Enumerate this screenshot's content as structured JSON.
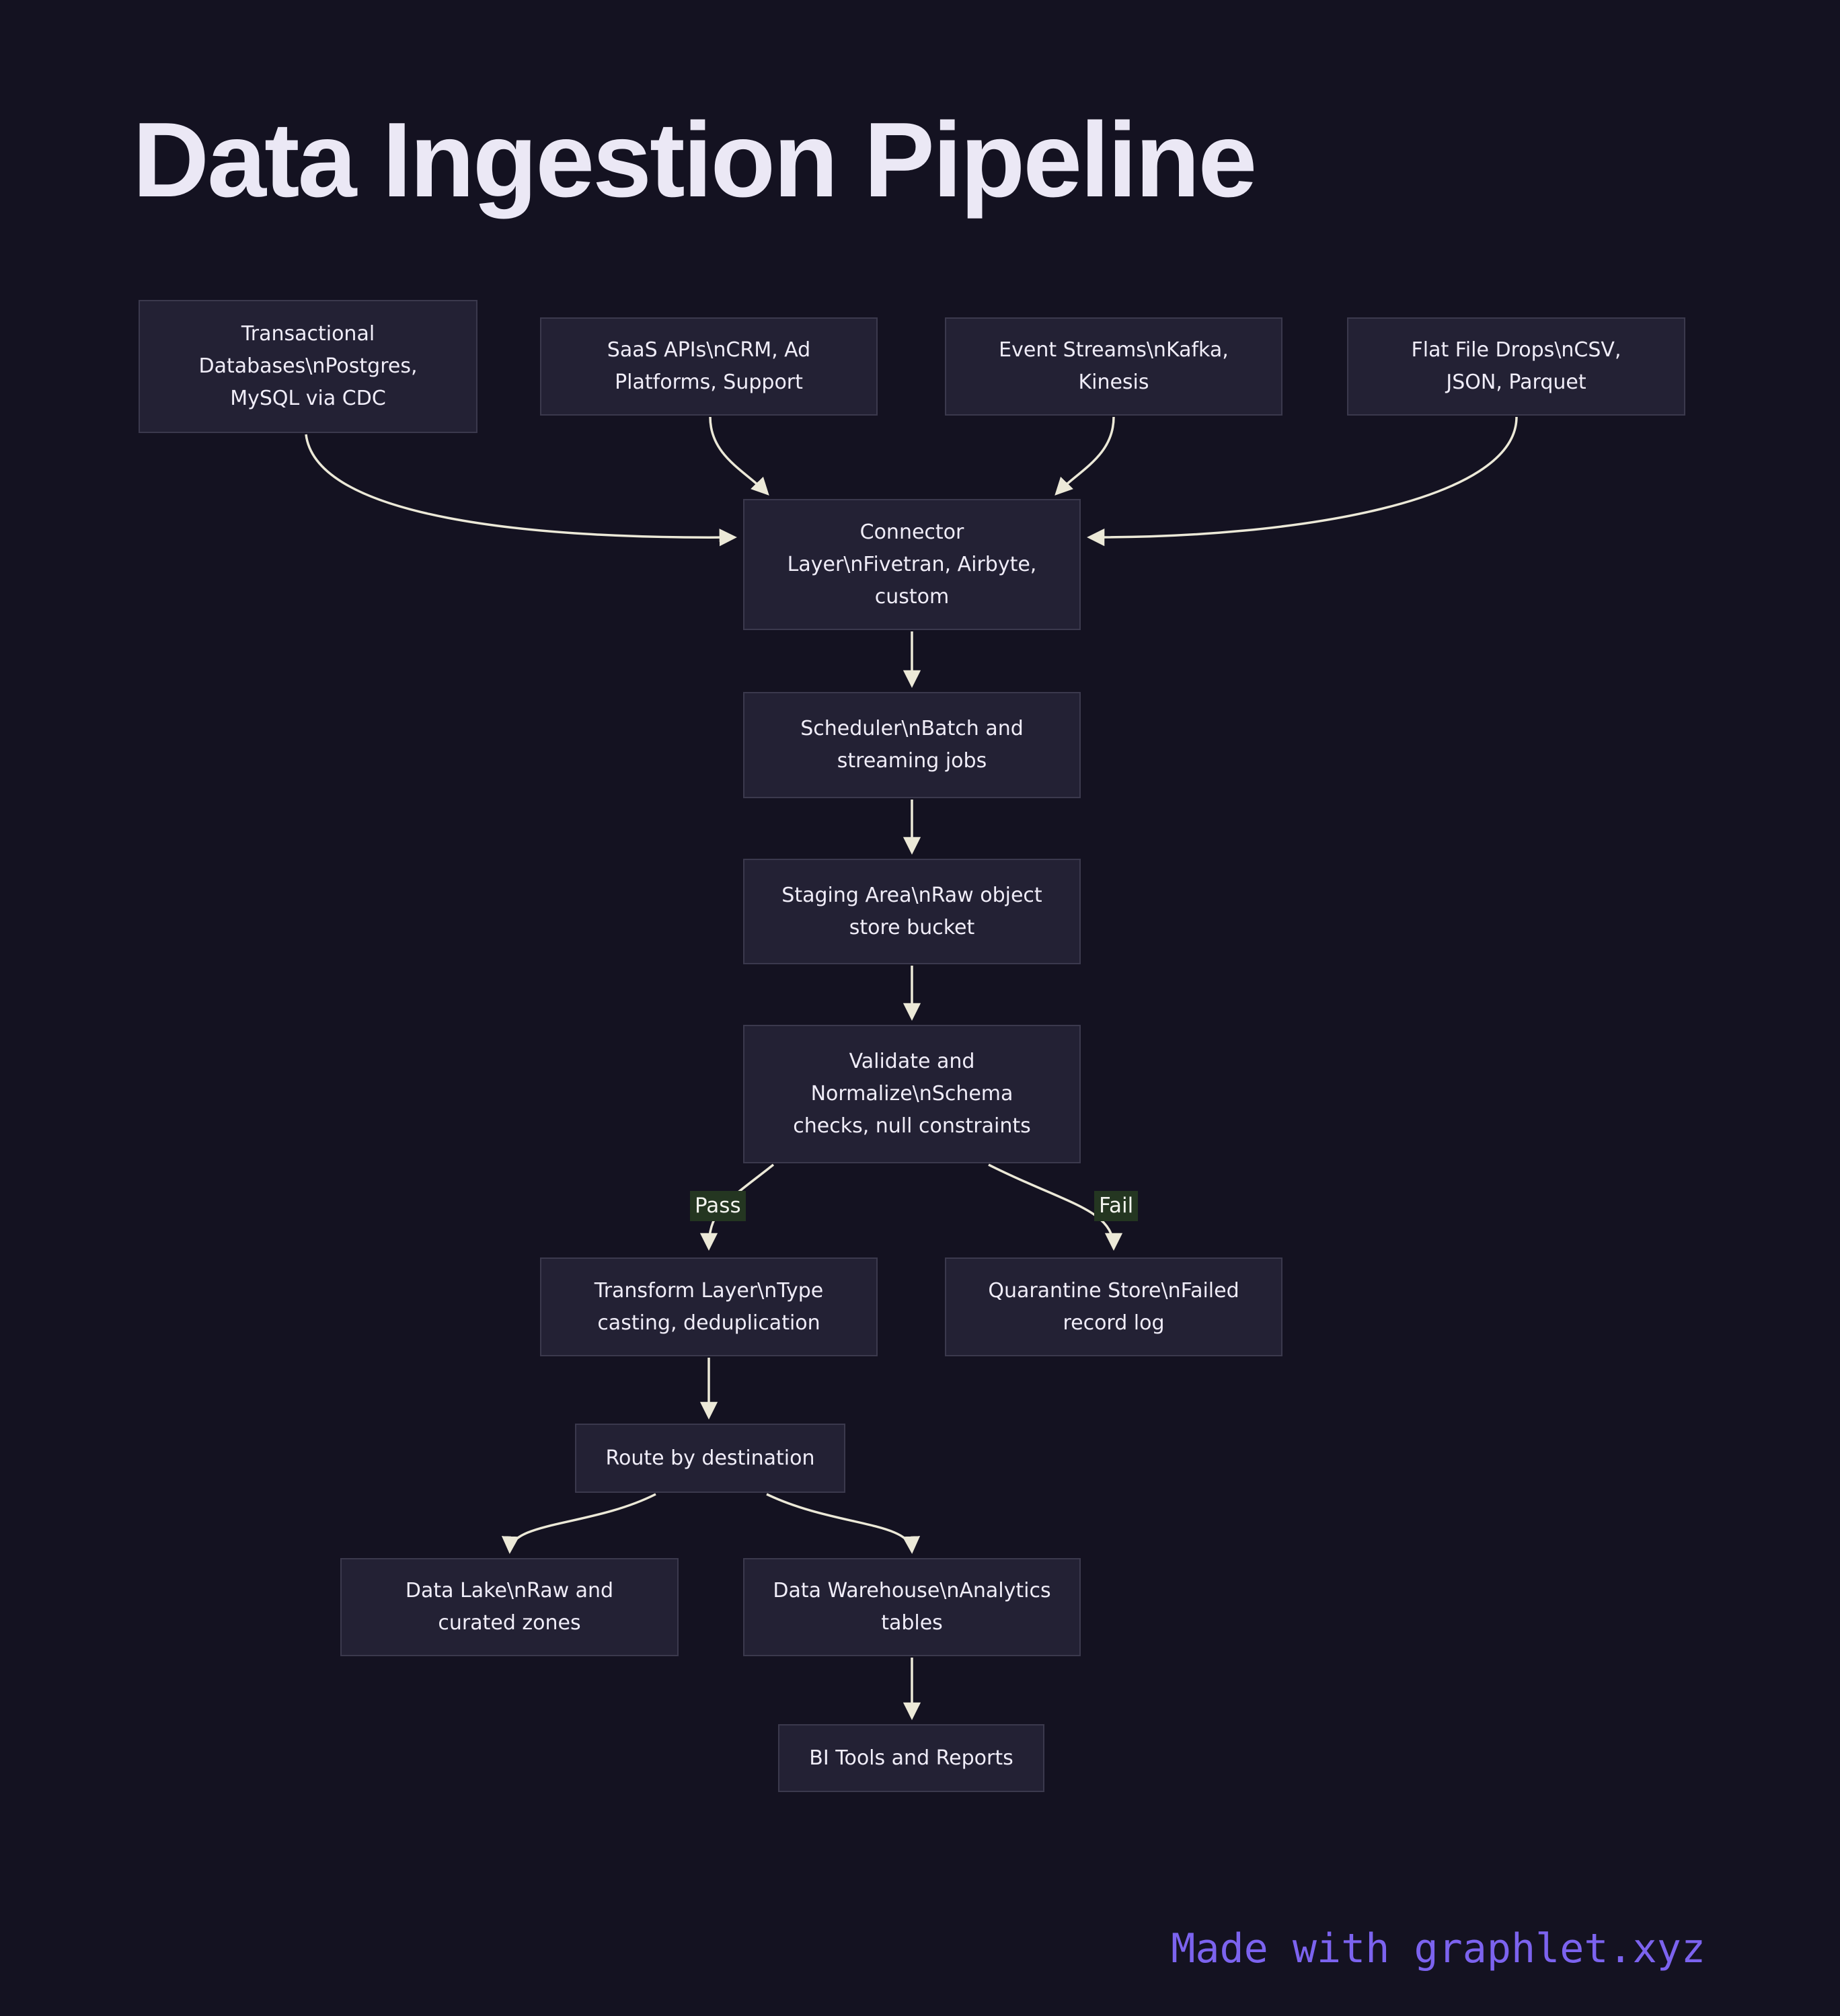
{
  "title": "Data Ingestion Pipeline",
  "footer": {
    "credit": "Made with graphlet.xyz"
  },
  "colors": {
    "background": "#141221",
    "node_fill": "#232134",
    "node_border": "#3b394d",
    "node_text": "#f0edf8",
    "edge": "#ece9d8",
    "edge_label_bg": "#243621",
    "edge_label_text": "#f3f4ef",
    "title_text": "#ebe8f5",
    "credit_text": "#7c63ef"
  },
  "diagram": {
    "type": "flowchart",
    "nodes": [
      {
        "id": "transactional",
        "label": "Transactional Databases\\nPostgres, MySQL via CDC",
        "lines": [
          "Transactional",
          "Databases\\nPostgres,",
          "MySQL via CDC"
        ]
      },
      {
        "id": "saas",
        "label": "SaaS APIs\\nCRM, Ad Platforms, Support",
        "lines": [
          "SaaS APIs\\nCRM, Ad",
          "Platforms, Support"
        ]
      },
      {
        "id": "events",
        "label": "Event Streams\\nKafka, Kinesis",
        "lines": [
          "Event Streams\\nKafka,",
          "Kinesis"
        ]
      },
      {
        "id": "flatfiles",
        "label": "Flat File Drops\\nCSV, JSON, Parquet",
        "lines": [
          "Flat File Drops\\nCSV,",
          "JSON, Parquet"
        ]
      },
      {
        "id": "connector",
        "label": "Connector Layer\\nFivetran, Airbyte, custom",
        "lines": [
          "Connector",
          "Layer\\nFivetran, Airbyte,",
          "custom"
        ]
      },
      {
        "id": "scheduler",
        "label": "Scheduler\\nBatch and streaming jobs",
        "lines": [
          "Scheduler\\nBatch and",
          "streaming jobs"
        ]
      },
      {
        "id": "staging",
        "label": "Staging Area\\nRaw object store bucket",
        "lines": [
          "Staging Area\\nRaw object",
          "store bucket"
        ]
      },
      {
        "id": "validate",
        "label": "Validate and Normalize\\nSchema checks, null constraints",
        "lines": [
          "Validate and",
          "Normalize\\nSchema",
          "checks, null constraints"
        ]
      },
      {
        "id": "transform",
        "label": "Transform Layer\\nType casting, deduplication",
        "lines": [
          "Transform Layer\\nType",
          "casting, deduplication"
        ]
      },
      {
        "id": "quarantine",
        "label": "Quarantine Store\\nFailed record log",
        "lines": [
          "Quarantine Store\\nFailed",
          "record log"
        ]
      },
      {
        "id": "route",
        "label": "Route by destination",
        "lines": [
          "Route by destination"
        ]
      },
      {
        "id": "lake",
        "label": "Data Lake\\nRaw and curated zones",
        "lines": [
          "Data Lake\\nRaw and",
          "curated zones"
        ]
      },
      {
        "id": "warehouse",
        "label": "Data Warehouse\\nAnalytics tables",
        "lines": [
          "Data Warehouse\\nAnalytics",
          "tables"
        ]
      },
      {
        "id": "bi",
        "label": "BI Tools and Reports",
        "lines": [
          "BI Tools and Reports"
        ]
      }
    ],
    "edges": [
      {
        "from": "transactional",
        "to": "connector",
        "label": ""
      },
      {
        "from": "saas",
        "to": "connector",
        "label": ""
      },
      {
        "from": "events",
        "to": "connector",
        "label": ""
      },
      {
        "from": "flatfiles",
        "to": "connector",
        "label": ""
      },
      {
        "from": "connector",
        "to": "scheduler",
        "label": ""
      },
      {
        "from": "scheduler",
        "to": "staging",
        "label": ""
      },
      {
        "from": "staging",
        "to": "validate",
        "label": ""
      },
      {
        "from": "validate",
        "to": "transform",
        "label": "Pass"
      },
      {
        "from": "validate",
        "to": "quarantine",
        "label": "Fail"
      },
      {
        "from": "transform",
        "to": "route",
        "label": ""
      },
      {
        "from": "route",
        "to": "lake",
        "label": ""
      },
      {
        "from": "route",
        "to": "warehouse",
        "label": ""
      },
      {
        "from": "warehouse",
        "to": "bi",
        "label": ""
      }
    ],
    "edge_labels": {
      "pass": "Pass",
      "fail": "Fail"
    }
  }
}
